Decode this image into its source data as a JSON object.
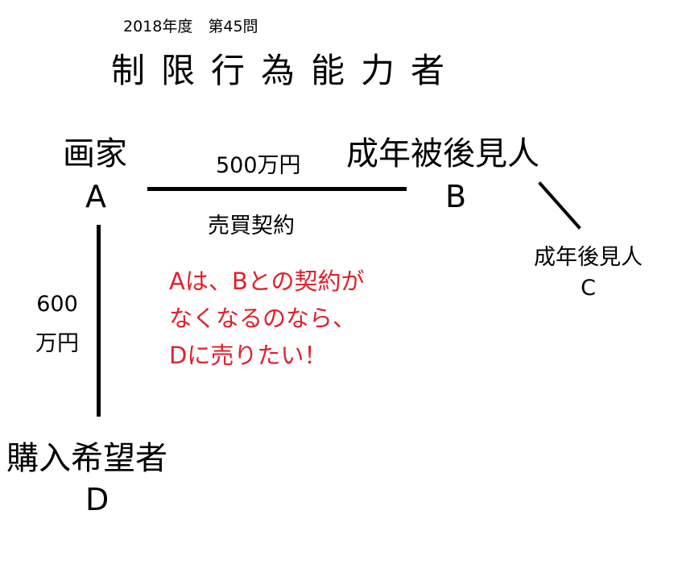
{
  "header": {
    "exam_label": "2018年度　第45問",
    "title": "制限行為能力者"
  },
  "parties": {
    "a": {
      "role": "画家",
      "letter": "A"
    },
    "b": {
      "role": "成年被後見人",
      "letter": "B"
    },
    "c": {
      "role": "成年後見人",
      "letter": "C"
    },
    "d": {
      "role": "購入希望者",
      "letter": "D"
    }
  },
  "ab_link": {
    "price": "500万円",
    "label": "売買契約"
  },
  "ad_link": {
    "price_line1": "600",
    "price_line2": "万円"
  },
  "note": {
    "lines": [
      "Aは、Bとの契約が",
      "なくなるのなら、",
      "Dに売りたい！"
    ],
    "color": "#e0202a"
  }
}
